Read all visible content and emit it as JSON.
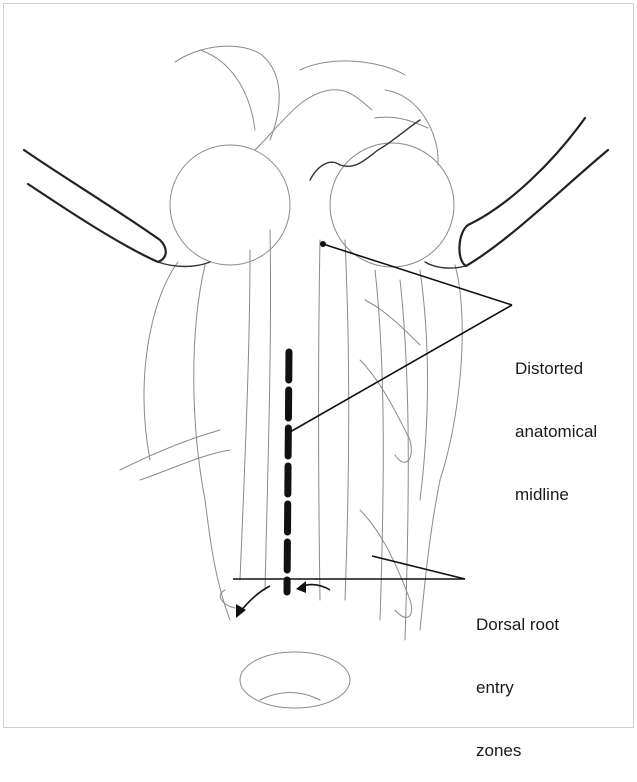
{
  "labels": {
    "midline": [
      "Distorted",
      "anatomical",
      "midline"
    ],
    "dorsal_root": [
      "Dorsal root",
      "entry",
      "zones"
    ]
  },
  "colors": {
    "ink": "#1a1a1a",
    "sketch": "#8a8a8a",
    "background": "#ffffff"
  }
}
